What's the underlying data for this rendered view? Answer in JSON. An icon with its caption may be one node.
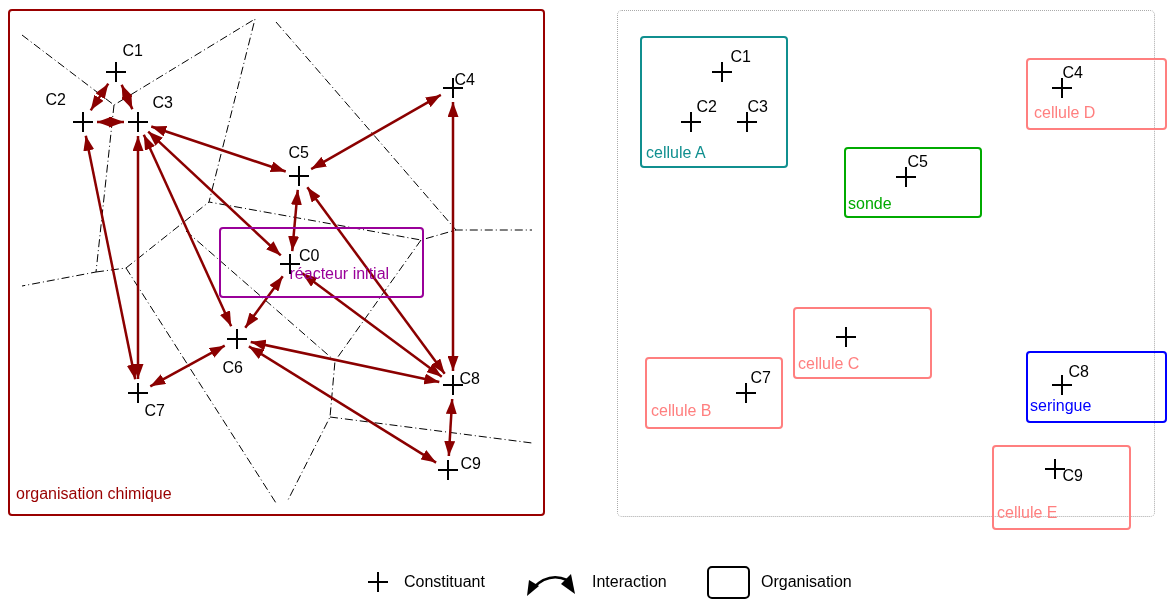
{
  "diagram": {
    "nodes": [
      {
        "text": [
          "organisation chimique"
        ]
      },
      {
        "text": [
          "réacteur initial"
        ],
        "in": 0
      },
      {
        "text": [
          "C0"
        ],
        "in": 1
      },
      {
        "text": [
          "C1"
        ],
        "in": 0
      },
      {
        "text": [
          "C2"
        ],
        "in": 0
      },
      {
        "text": [
          "C3"
        ],
        "in": 0
      },
      {
        "text": [
          "C4"
        ],
        "in": 0
      },
      {
        "text": [
          "C5"
        ],
        "in": 0
      },
      {
        "text": [
          "C6"
        ],
        "in": 0
      },
      {
        "text": [
          "C7"
        ],
        "in": 0
      },
      {
        "text": [
          "C8"
        ],
        "in": 0
      },
      {
        "text": [
          "C9"
        ],
        "in": 0
      },
      {
        "text": [],
        "shape": "box"
      },
      {
        "text": [
          "cellule A"
        ],
        "in": 12
      },
      {
        "text": [
          "C1"
        ],
        "in": 13
      },
      {
        "text": [
          "C2"
        ],
        "in": 13
      },
      {
        "text": [
          "C3"
        ],
        "in": 13
      },
      {
        "text": [
          "cellule D"
        ]
      },
      {
        "text": [
          "C4"
        ],
        "in": 17
      },
      {
        "text": [
          "sonde"
        ],
        "in": 12
      },
      {
        "text": [
          "C5"
        ],
        "in": 19
      },
      {
        "text": [
          "cellule C"
        ],
        "in": 12
      },
      {
        "text": [],
        "shape": "cross",
        "in": 21
      },
      {
        "text": [
          "cellule B"
        ],
        "in": 12
      },
      {
        "text": [
          "C7"
        ],
        "in": 23
      },
      {
        "text": [
          "seringue"
        ]
      },
      {
        "text": [
          "C8"
        ],
        "in": 25
      },
      {
        "text": [
          "cellule E"
        ]
      },
      {
        "text": [
          "C9"
        ],
        "in": 27
      }
    ],
    "edges": [
      {
        "from": 3,
        "to": 4,
        "arrow": "both"
      },
      {
        "from": 3,
        "to": 5,
        "arrow": "both"
      },
      {
        "from": 4,
        "to": 5,
        "arrow": "both"
      },
      {
        "from": 4,
        "to": 9,
        "arrow": "both"
      },
      {
        "from": 5,
        "to": 9,
        "arrow": "both"
      },
      {
        "from": 5,
        "to": 8,
        "arrow": "both"
      },
      {
        "from": 5,
        "to": 7,
        "arrow": "both"
      },
      {
        "from": 5,
        "to": 2,
        "arrow": "both"
      },
      {
        "from": 6,
        "to": 7,
        "arrow": "both"
      },
      {
        "from": 6,
        "to": 10,
        "arrow": "both"
      },
      {
        "from": 7,
        "to": 2,
        "arrow": "both"
      },
      {
        "from": 7,
        "to": 10,
        "arrow": "both"
      },
      {
        "from": 2,
        "to": 8,
        "arrow": "both"
      },
      {
        "from": 2,
        "to": 10,
        "arrow": "both"
      },
      {
        "from": 8,
        "to": 9,
        "arrow": "both"
      },
      {
        "from": 8,
        "to": 10,
        "arrow": "both"
      },
      {
        "from": 8,
        "to": 11,
        "arrow": "both"
      },
      {
        "from": 10,
        "to": 11,
        "arrow": "both"
      }
    ],
    "legend": [
      {
        "text": "Constituant"
      },
      {
        "text": "Interaction"
      },
      {
        "text": "Organisation"
      }
    ]
  }
}
